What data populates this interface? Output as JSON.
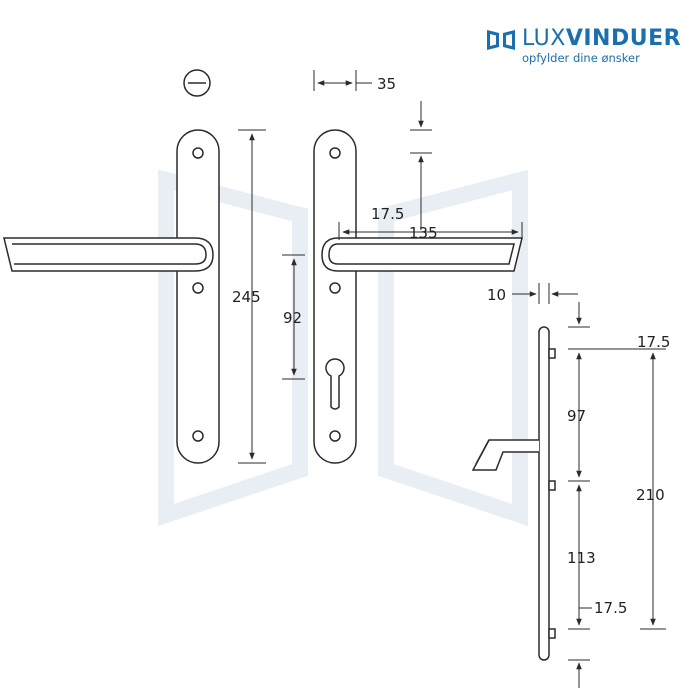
{
  "logo": {
    "brand_light": "LUX",
    "brand_bold": "VINDUER",
    "tagline": "opfylder dine ønsker",
    "color": "#1b6fae"
  },
  "diagram": {
    "dimensions": {
      "plate_width": "35",
      "top_gap": "17.5",
      "lever_length": "135",
      "plate_height": "245",
      "center_distance": "92",
      "side_offset": "10",
      "side_top": "17.5",
      "side_upper": "97",
      "side_total": "210",
      "side_lower": "113",
      "side_bottom": "17.5"
    },
    "line_color": "#2b2b2b",
    "watermark_color": "#e9eef4"
  }
}
